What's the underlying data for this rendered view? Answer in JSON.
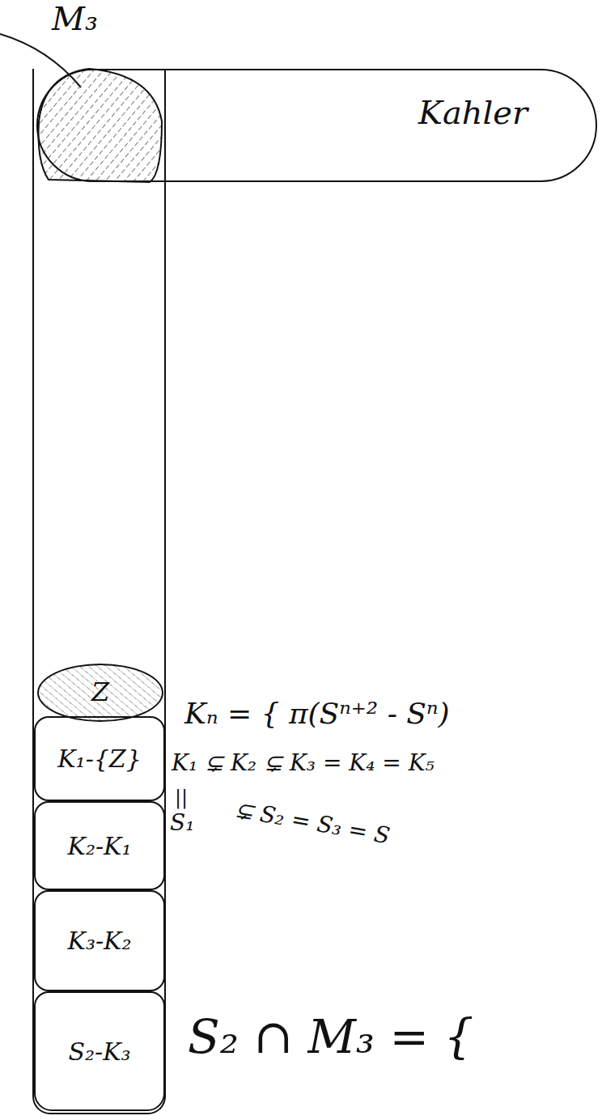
{
  "diagram": {
    "nodes": [
      {
        "text": [
          "M₃"
        ]
      },
      {
        "text": [
          "Kahler"
        ]
      },
      {
        "text": [
          "Z"
        ],
        "in": 0
      },
      {
        "text": [
          "K₁-{Z}"
        ],
        "in": 0
      },
      {
        "text": [
          "K₂-K₁"
        ],
        "in": 0
      },
      {
        "text": [
          "K₃-K₂"
        ],
        "in": 0
      },
      {
        "text": [
          "S₂-K₃"
        ],
        "in": 0
      }
    ],
    "labels": [
      "Kₙ = { π(Sⁿ⁺² - Sⁿ)",
      "K₁ ⊊ K₂ ⊊ K₃ = K₄ = K₅",
      "||",
      "S₁",
      "⊊ S₂ = S₃ = S",
      "S₂ ∩ M₃ = {"
    ]
  }
}
